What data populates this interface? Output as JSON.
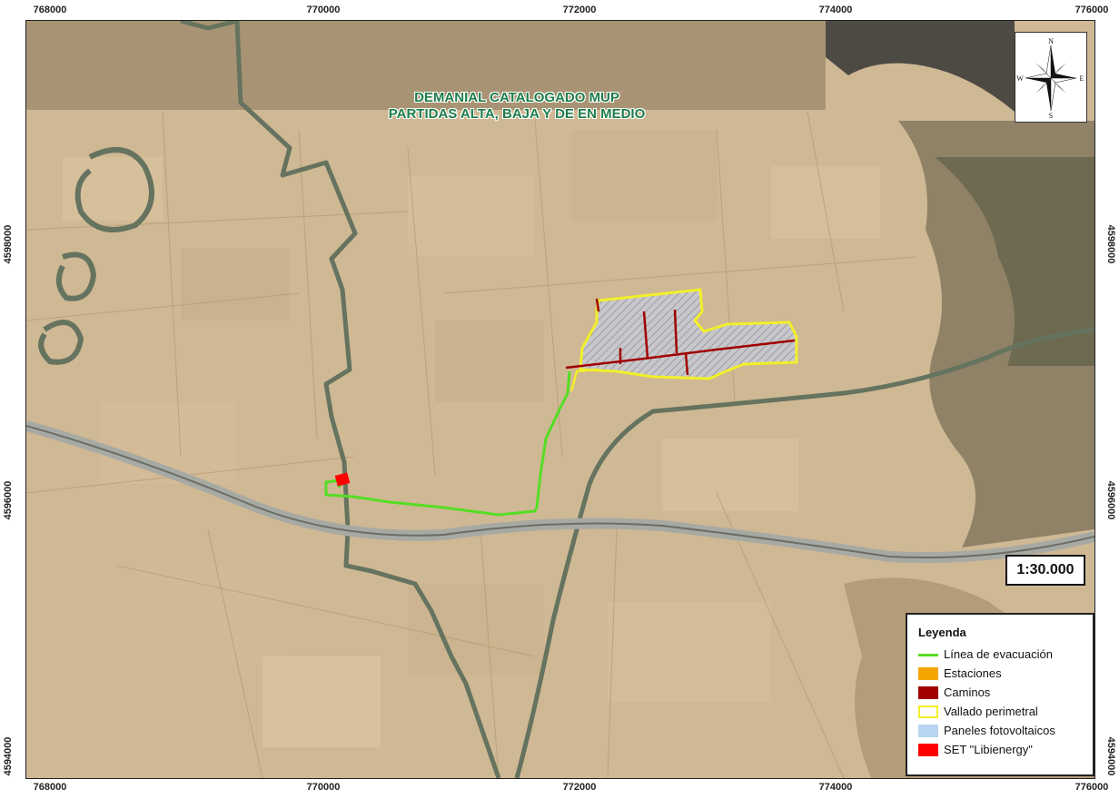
{
  "map": {
    "title_line1": "DEMANIAL CATALOGADO MUP",
    "title_line2": "PARTIDAS ALTA, BAJA Y DE EN MEDIO",
    "scale": "1:30.000",
    "compass": {
      "n": "N",
      "s": "S",
      "e": "E",
      "w": "W"
    },
    "x_ticks": [
      "768000",
      "770000",
      "772000",
      "774000",
      "776000"
    ],
    "y_ticks": [
      "4598000",
      "4596000",
      "4594000"
    ]
  },
  "legend": {
    "title": "Leyenda",
    "items": [
      {
        "label": "Línea de evacuación",
        "color": "#55dd22",
        "kind": "line"
      },
      {
        "label": "Estaciones",
        "color": "#f5a500",
        "kind": "fill"
      },
      {
        "label": "Caminos",
        "color": "#a00000",
        "kind": "fill"
      },
      {
        "label": "Vallado perimetral",
        "color": "#f2ef2a",
        "kind": "outline"
      },
      {
        "label": "Paneles fotovoltaicos",
        "color": "#b8d4f0",
        "kind": "fill"
      },
      {
        "label": "SET \"Libienergy\"",
        "color": "#ff0000",
        "kind": "fill"
      }
    ]
  }
}
